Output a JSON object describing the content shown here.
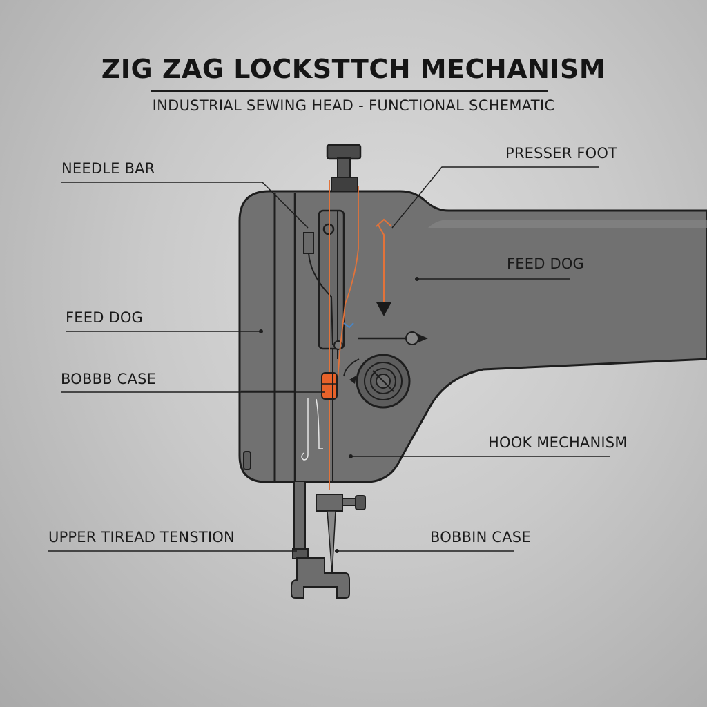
{
  "diagram": {
    "title": "ZIG ZAG LOCKSTTCH MECHANISM",
    "subtitle": "INDUSTRIAL SEWING HEAD - FUNCTIONAL SCHEMATIC",
    "labels": {
      "needle_bar": "NEEDLE BAR",
      "presser_foot": "PRESSER FOOT",
      "feed_dog_right": "FEED DOG",
      "feed_dog_left": "FEED DOG",
      "bobbb_case": "BOBBB CASE",
      "hook_mechanism": "HOOK MECHANISM",
      "upper_thread_tension": "UPPER TIREAD TENSTION",
      "bobbin_case": "BOBBIN CASE"
    },
    "colors": {
      "body": "#707070",
      "outline": "#1f1f1f",
      "accent": "#e8622a",
      "accent_line": "#e2733a"
    }
  }
}
